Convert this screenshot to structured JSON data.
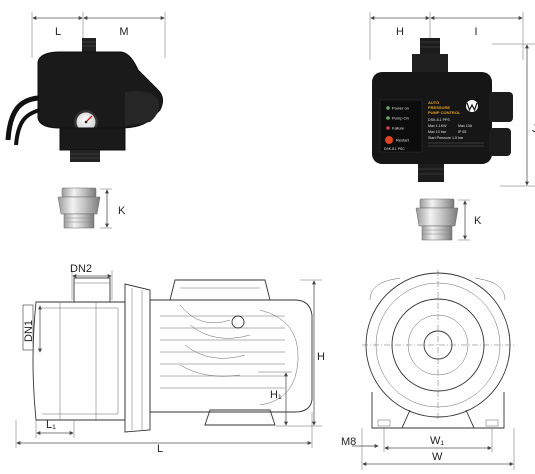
{
  "dimension_labels": {
    "side_L": "L",
    "side_M": "M",
    "front_H": "H",
    "front_I": "I",
    "front_J": "J",
    "fitting_K_left": "K",
    "fitting_K_right": "K",
    "pump_DN2": "DN2",
    "pump_DN1": "DN1",
    "pump_H": "H",
    "pump_H1": "H₁",
    "pump_L1": "L₁",
    "pump_L": "L",
    "pump_M8": "M8",
    "pump_W1": "W₁",
    "pump_W": "W"
  },
  "control_panel": {
    "indicator_power": "Power on",
    "indicator_pump": "Pump On",
    "indicator_failure": "Failure",
    "button_restart": "Restart",
    "model": "DSK-8.1 PSC",
    "title_line1": "AUTO",
    "title_line2": "PRESSURE",
    "title_line3": "PUMP CONTROL",
    "brand_logo": "w-logo",
    "spec_model": "DSK-8.1 PPS",
    "spec_line1": "Max 1.1KW",
    "spec_line2": "Max 10A",
    "spec_line3": "Max 10 bar",
    "spec_line4": "IP 65",
    "spec_line5": "Start Pressure 1.5 bar"
  }
}
